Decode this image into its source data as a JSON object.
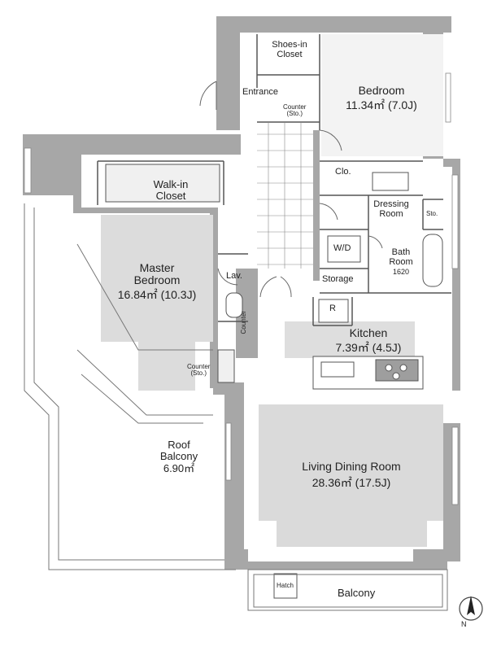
{
  "rooms": {
    "shoes_in_closet": [
      "Shoes-in",
      "Closet"
    ],
    "entrance": "Entrance",
    "counter_entrance": [
      "Counter",
      "(Sto.)"
    ],
    "bedroom": {
      "name": "Bedroom",
      "area": "11.34㎡ (7.0J)"
    },
    "clo": "Clo.",
    "dressing_room": [
      "Dressing",
      "Room"
    ],
    "sto": "Sto.",
    "walk_in_closet": [
      "Walk-in",
      "Closet"
    ],
    "master_bedroom": {
      "name": [
        "Master",
        "Bedroom"
      ],
      "area": "16.84㎡ (10.3J)"
    },
    "lav": "Lav.",
    "wd": "W/D",
    "bath_room": {
      "name": [
        "Bath",
        "Room"
      ],
      "size": "1620"
    },
    "storage": "Storage",
    "fridge": "R",
    "counter_vertical": "Counter",
    "kitchen": {
      "name": "Kitchen",
      "area": "7.39㎡ (4.5J)"
    },
    "counter_master": [
      "Counter",
      "(Sto.)"
    ],
    "roof_balcony": {
      "name": [
        "Roof",
        "Balcony"
      ],
      "area": "6.90㎡"
    },
    "living_dining": {
      "name": "Living Dining Room",
      "area": "28.36㎡ (17.5J)"
    },
    "hatch": "Hatch",
    "balcony": "Balcony"
  },
  "compass_label": "N",
  "colors": {
    "wall": "#a7a7a7",
    "wall_dark": "#8f8f8f",
    "room_fill": "#dcdcdc",
    "line": "#555555",
    "background": "#ffffff"
  }
}
